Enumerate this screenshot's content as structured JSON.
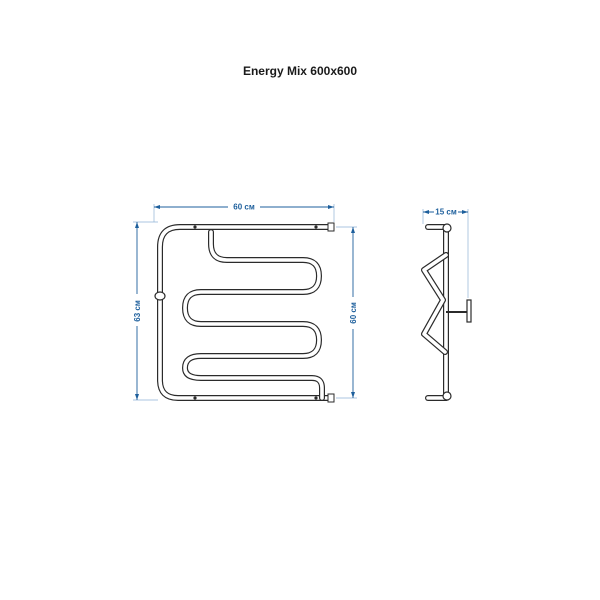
{
  "title": "Energy Mix 600x600",
  "dimensions": {
    "width_label": "60 см",
    "height_left_label": "63 см",
    "height_right_label": "60 см",
    "depth_label": "15 см"
  },
  "colors": {
    "dimension_lines": "#1d5f9c",
    "pipe_outline": "#2b2b2b"
  }
}
